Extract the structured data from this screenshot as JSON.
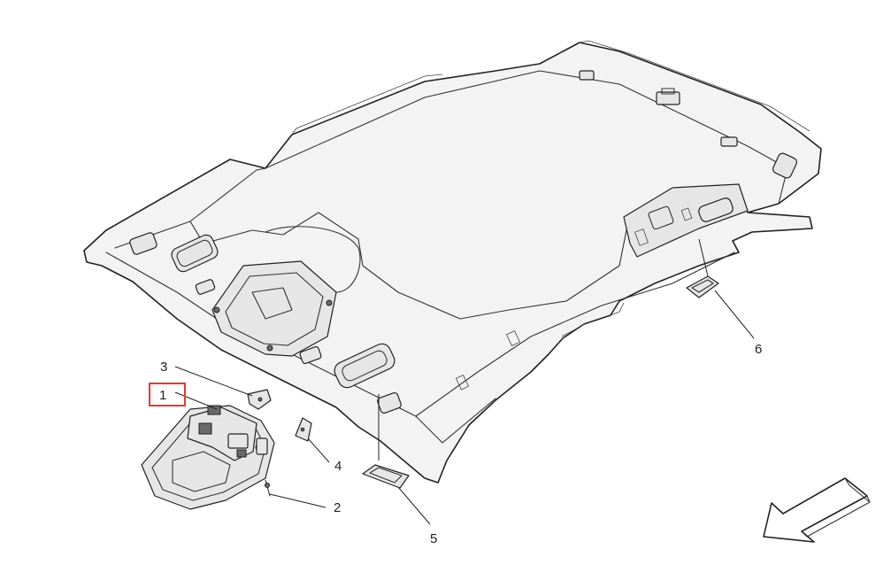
{
  "diagram": {
    "callouts": [
      {
        "id": "1",
        "label": "1",
        "highlighted": true
      },
      {
        "id": "2",
        "label": "2",
        "highlighted": false
      },
      {
        "id": "3",
        "label": "3",
        "highlighted": false
      },
      {
        "id": "4",
        "label": "4",
        "highlighted": false
      },
      {
        "id": "5",
        "label": "5",
        "highlighted": false
      },
      {
        "id": "6",
        "label": "6",
        "highlighted": false
      }
    ],
    "highlight_color": "#e53935",
    "line_color": "#222222",
    "orientation_icon": "direction-arrow-icon"
  }
}
